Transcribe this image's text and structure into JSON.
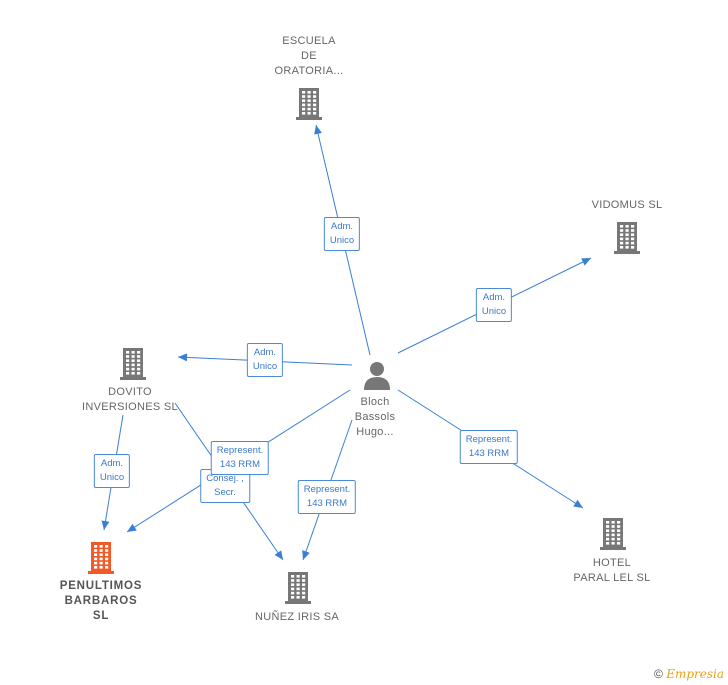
{
  "center": {
    "lines": [
      "Bloch",
      "Bassols",
      "Hugo..."
    ]
  },
  "nodes": [
    {
      "id": "escuela",
      "lines": [
        "ESCUELA",
        "DE",
        "ORATORIA..."
      ],
      "highlight": false
    },
    {
      "id": "vidomus",
      "lines": [
        "VIDOMUS SL"
      ],
      "highlight": false
    },
    {
      "id": "dovito",
      "lines": [
        "DOVITO",
        "INVERSIONES SL"
      ],
      "highlight": false
    },
    {
      "id": "hotel",
      "lines": [
        "HOTEL",
        "PARAL LEL SL"
      ],
      "highlight": false
    },
    {
      "id": "nunez",
      "lines": [
        "NUÑEZ IRIS SA"
      ],
      "highlight": false
    },
    {
      "id": "penultimos",
      "lines": [
        "PENULTIMOS",
        "BARBAROS",
        "SL"
      ],
      "highlight": true
    }
  ],
  "edges": [
    {
      "id": "e-escuela",
      "lines": [
        "Adm.",
        "Unico"
      ]
    },
    {
      "id": "e-vidomus",
      "lines": [
        "Adm.",
        "Unico"
      ]
    },
    {
      "id": "e-dovito",
      "lines": [
        "Adm.",
        "Unico"
      ]
    },
    {
      "id": "e-hotel",
      "lines": [
        "Represent.",
        "143 RRM"
      ]
    },
    {
      "id": "e-nunez-center",
      "lines": [
        "Represent.",
        "143 RRM"
      ]
    },
    {
      "id": "e-nunez-dovito",
      "lines": [
        "Consej. ,",
        "Secr."
      ]
    },
    {
      "id": "e-penult-center",
      "lines": [
        "Represent.",
        "143 RRM"
      ]
    },
    {
      "id": "e-penult-dovito",
      "lines": [
        "Adm.",
        "Unico"
      ]
    }
  ],
  "colors": {
    "edge": "#3a7fd5",
    "building": "#777777",
    "highlight": "#f05a28",
    "label": "#666666"
  },
  "copyright": {
    "symbol": "©",
    "brand": "Empresia"
  }
}
